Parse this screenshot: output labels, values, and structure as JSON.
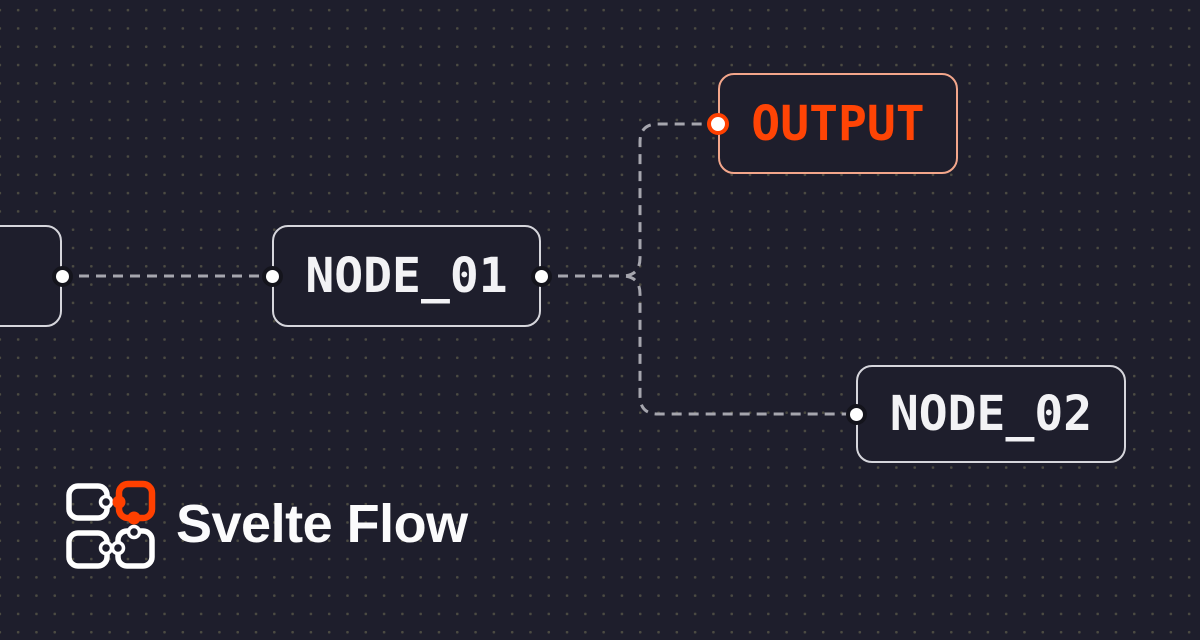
{
  "app": {
    "name": "Svelte Flow"
  },
  "logo": {
    "text": "Svelte Flow",
    "icon": "xyflow-nodes-icon"
  },
  "colors": {
    "background": "#1e1e2c",
    "grid_dot": "#4c4b42",
    "edge": "#a6a6ae",
    "node_border": "#d6d6dc",
    "node_text": "#f2f2f5",
    "accent": "#ff4000",
    "accent_node_border": "#f3a68b",
    "accent_node_text": "#ff4405",
    "handle_fill": "#ffffff",
    "handle_ring": "#14141c",
    "logo_text": "#fbfbfc"
  },
  "nodes": [
    {
      "id": "edge-node",
      "label": "",
      "type": "partial"
    },
    {
      "id": "node-01",
      "label": "NODE_01",
      "type": "default"
    },
    {
      "id": "output",
      "label": "OUTPUT",
      "type": "output"
    },
    {
      "id": "node-02",
      "label": "NODE_02",
      "type": "default"
    }
  ],
  "edges": [
    {
      "from": "edge-node",
      "to": "node-01",
      "style": "dashed"
    },
    {
      "from": "node-01",
      "to": "output",
      "style": "dashed"
    },
    {
      "from": "node-01",
      "to": "node-02",
      "style": "dashed"
    }
  ]
}
